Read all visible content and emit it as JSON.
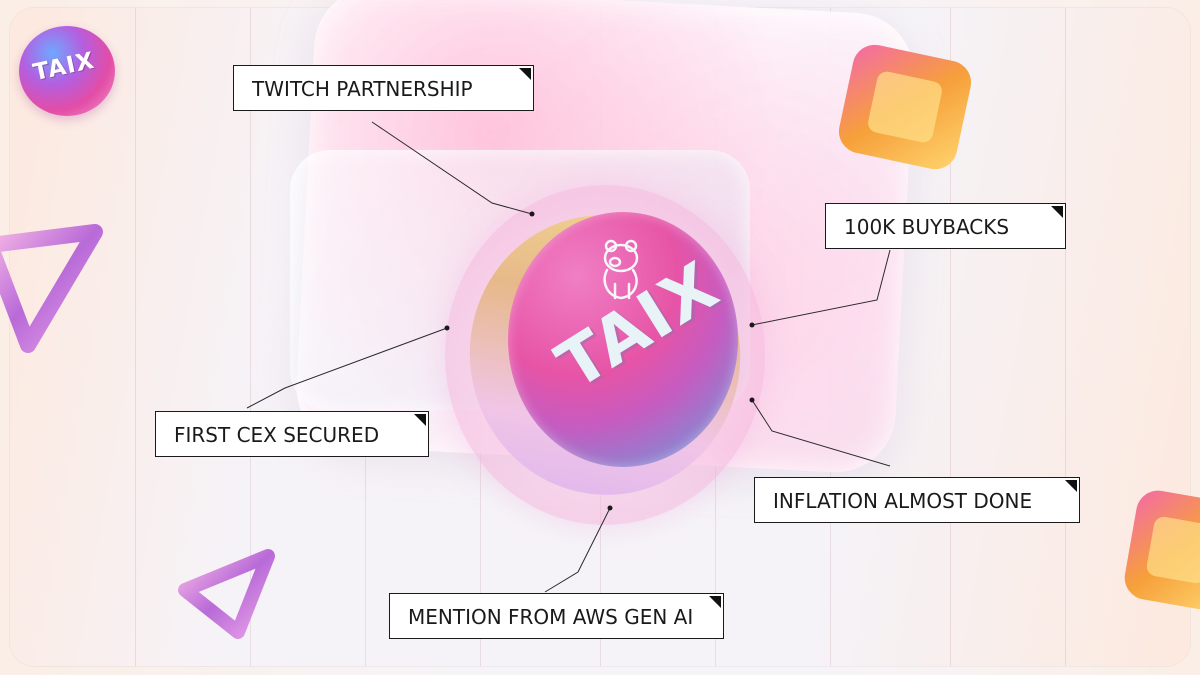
{
  "badge": {
    "text": "TAIX"
  },
  "coin": {
    "text": "TAIX"
  },
  "callouts": {
    "twitch": "TWITCH PARTNERSHIP",
    "buybacks": "100K BUYBACKS",
    "cex": "FIRST CEX SECURED",
    "inflation": "INFLATION ALMOST DONE",
    "aws": "MENTION FROM AWS GEN AI"
  },
  "colors": {
    "coin_pink": "#e754a6",
    "coin_blue": "#5aa5de",
    "rim_gold": "#f2d890",
    "callout_border": "#1a1a1a",
    "cube_orange": "#f6a03a"
  },
  "icons": [
    "bear-icon",
    "triangle-shape",
    "cube-shape"
  ]
}
